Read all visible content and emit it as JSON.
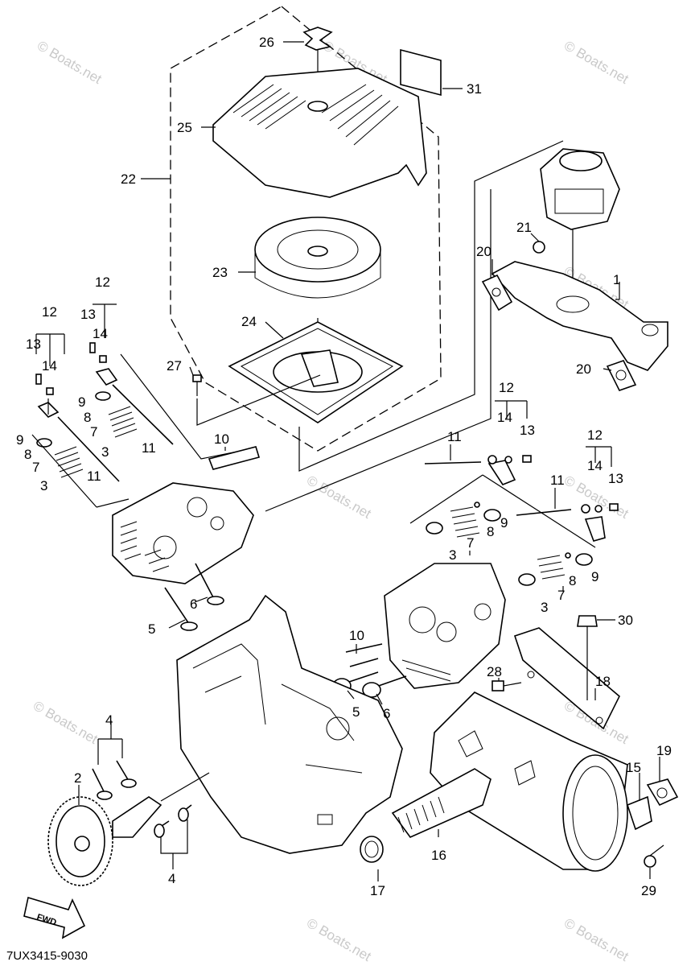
{
  "watermark": "© Boats.net",
  "diagram_code": "7UX3415-9030",
  "fwd_label": "FWD",
  "callouts": {
    "c1": "1",
    "c2": "2",
    "c3a": "3",
    "c3b": "3",
    "c3c": "3",
    "c3d": "3",
    "c4a": "4",
    "c4b": "4",
    "c5a": "5",
    "c5b": "5",
    "c6a": "6",
    "c6b": "6",
    "c7a": "7",
    "c7b": "7",
    "c7c": "7",
    "c7d": "7",
    "c8a": "8",
    "c8b": "8",
    "c8c": "8",
    "c8d": "8",
    "c9a": "9",
    "c9b": "9",
    "c9c": "9",
    "c9d": "9",
    "c10a": "10",
    "c10b": "10",
    "c11a": "11",
    "c11b": "11",
    "c11c": "11",
    "c11d": "11",
    "c12a": "12",
    "c12b": "12",
    "c12c": "12",
    "c12d": "12",
    "c13a": "13",
    "c13b": "13",
    "c13c": "13",
    "c13d": "13",
    "c14a": "14",
    "c14b": "14",
    "c14c": "14",
    "c14d": "14",
    "c15": "15",
    "c16": "16",
    "c17": "17",
    "c18": "18",
    "c19": "19",
    "c20a": "20",
    "c20b": "20",
    "c21": "21",
    "c22": "22",
    "c23": "23",
    "c24": "24",
    "c25": "25",
    "c26": "26",
    "c27": "27",
    "c28": "28",
    "c29": "29",
    "c30": "30",
    "c31": "31"
  }
}
